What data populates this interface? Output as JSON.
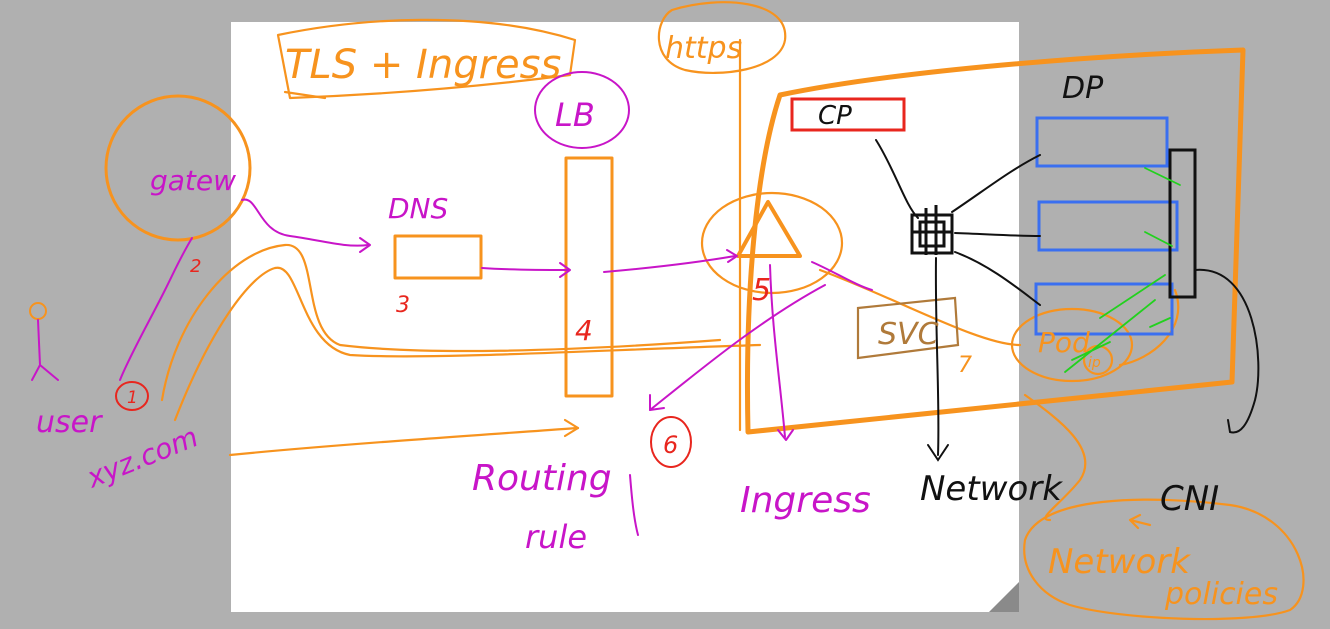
{
  "colors": {
    "background": "#b0b0b0",
    "sheet": "#ffffff",
    "orange": "#f7931e",
    "magenta": "#c815c8",
    "red": "#e8261e",
    "blue": "#3a6ff0",
    "green": "#22d11e",
    "black": "#111111",
    "brown": "#b07a3a"
  },
  "labels": {
    "tls_ingress": "TLS + Ingress",
    "https": "https",
    "lb": "LB",
    "dns": "DNS",
    "dns_step": "3",
    "gateway": "gatew",
    "gateway_step": "2",
    "user": "user",
    "user_step": "1",
    "domain": "xyz.com",
    "lb_step": "4",
    "routing_rule_line1": "Routing",
    "routing_rule_line2": "rule",
    "ingress_step": "6",
    "ingress": "Ingress",
    "svc_step": "5",
    "cp": "CP",
    "dp": "DP",
    "svc": "SVC",
    "svc_to_pod_step": "7",
    "pod": "Pod",
    "pod_inner": "ip",
    "network": "Network",
    "cni": "CNI",
    "network_policies_line1": "Network",
    "network_policies_line2": "policies"
  },
  "icons": {
    "stick_figure": "user-figure-icon",
    "kube_proxy": "node-agent-icon"
  }
}
